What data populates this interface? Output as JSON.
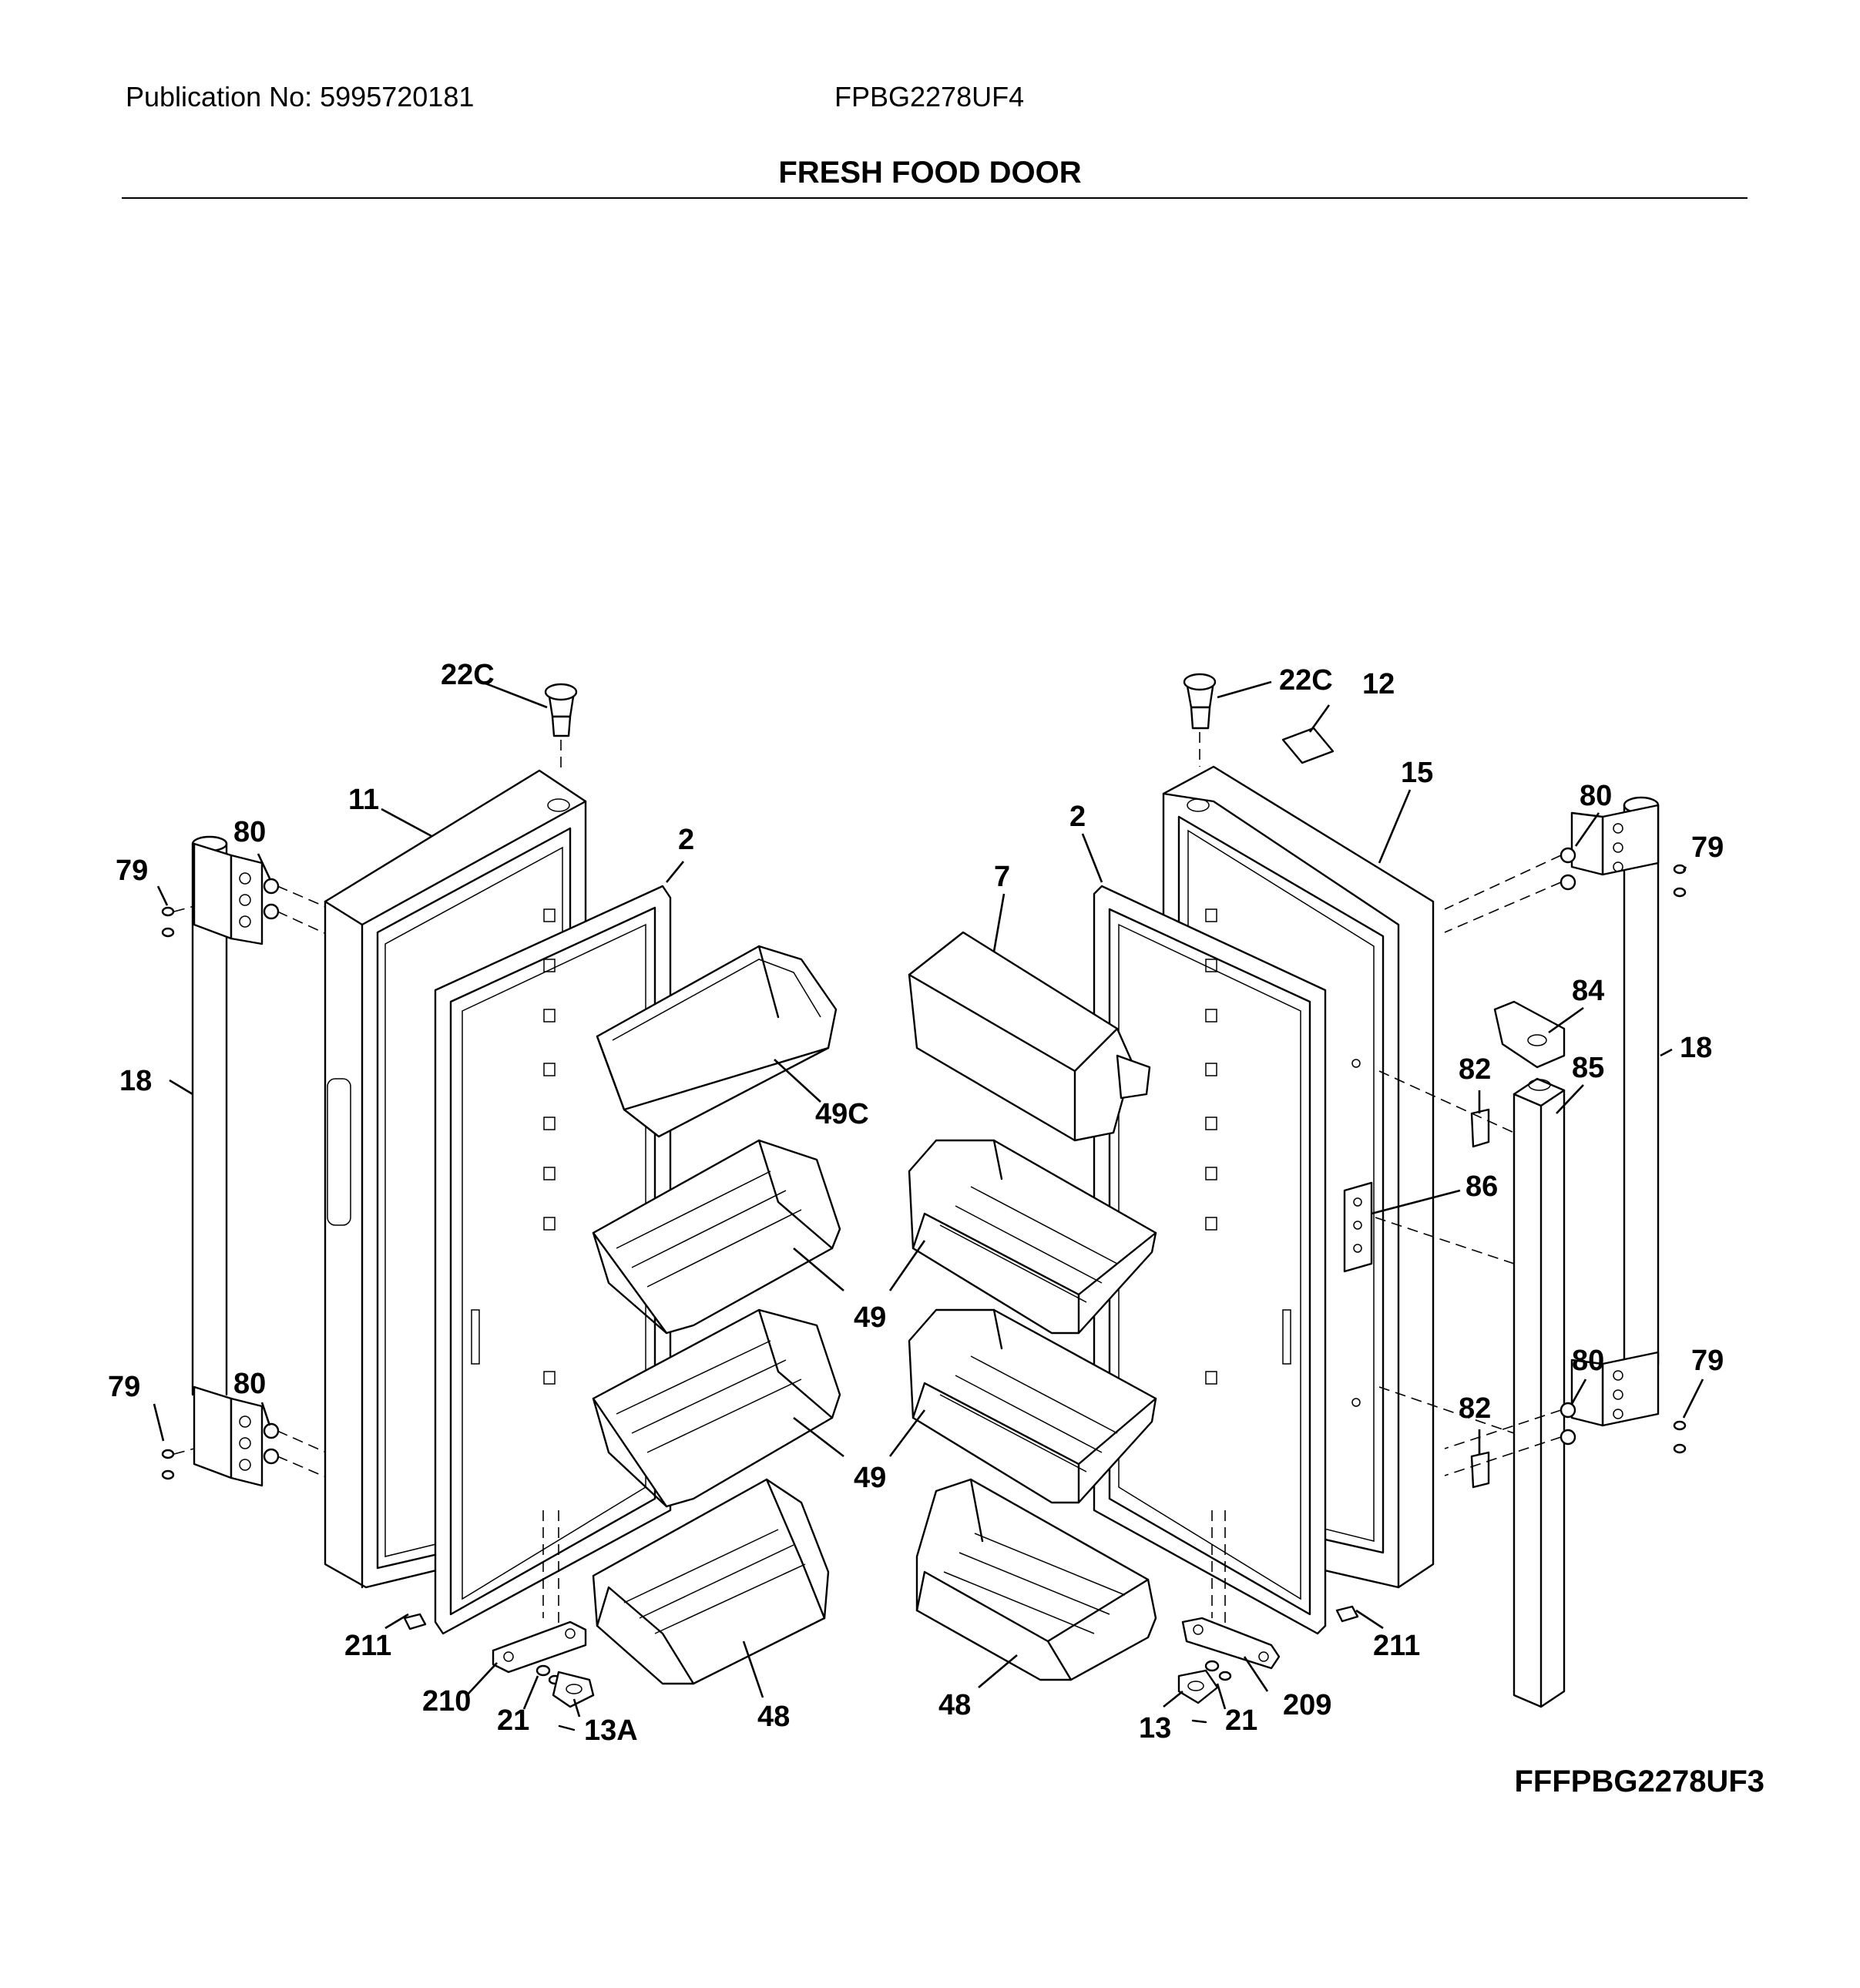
{
  "header": {
    "publication": "Publication No: 5995720181",
    "model": "FPBG2278UF4",
    "title": "FRESH FOOD DOOR"
  },
  "diagram_code": "FFFPBG2278UF3",
  "callouts": {
    "c22c_left": "22C",
    "c22c_right": "22C",
    "c12": "12",
    "c11": "11",
    "c15": "15",
    "c2_left": "2",
    "c2_right": "2",
    "c7": "7",
    "c80_tl": "80",
    "c80_tr": "80",
    "c79_tl": "79",
    "c79_tr": "79",
    "c18_left": "18",
    "c18_right": "18",
    "c49c": "49C",
    "c49_a": "49",
    "c49_b": "49",
    "c84": "84",
    "c82_top": "82",
    "c85": "85",
    "c86": "86",
    "c79_bl": "79",
    "c80_bl": "80",
    "c80_br": "80",
    "c79_br": "79",
    "c82_bottom": "82",
    "c211_left": "211",
    "c211_right": "211",
    "c210": "210",
    "c21_left": "21",
    "c13a": "13A",
    "c48_left": "48",
    "c48_right": "48",
    "c13": "13",
    "c21_right": "21",
    "c209": "209"
  }
}
